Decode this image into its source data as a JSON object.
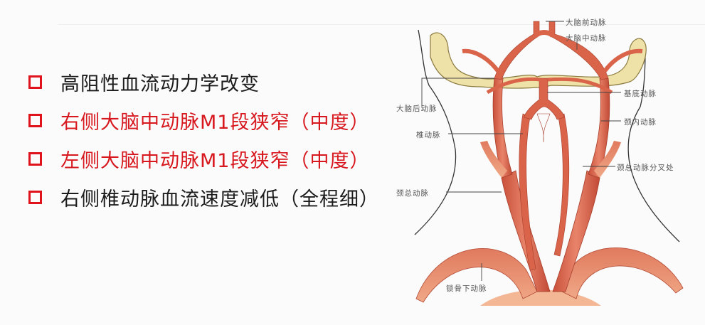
{
  "slide": {
    "bullets": [
      {
        "text": "高阻性血流动力学改变",
        "color": "#1c1c1c",
        "icon": "hollow-square-bullet"
      },
      {
        "text": "右侧大脑中动脉M1段狭窄（中度）",
        "color": "#d8181f",
        "icon": "hollow-square-bullet"
      },
      {
        "text": "左侧大脑中动脉M1段狭窄（中度）",
        "color": "#d8181f",
        "icon": "hollow-square-bullet"
      },
      {
        "text": "右侧椎动脉血流速度减低（全程细）",
        "color": "#1c1c1c",
        "icon": "hollow-square-bullet"
      }
    ],
    "bullet_icon_color": "#e0121b"
  },
  "diagram": {
    "artery_color": "#d9644a",
    "bone_color": "#efe2a8",
    "labels": {
      "aca": "大脑前动脉",
      "mca": "大脑中动脉",
      "pca": "大脑后动脉",
      "basilar": "基底动脉",
      "vertebral": "椎动脉",
      "ica": "颈内动脉",
      "cca": "颈总动脉",
      "bifurcation": "颈总动脉分叉处",
      "subclavian": "锁骨下动脉"
    }
  }
}
